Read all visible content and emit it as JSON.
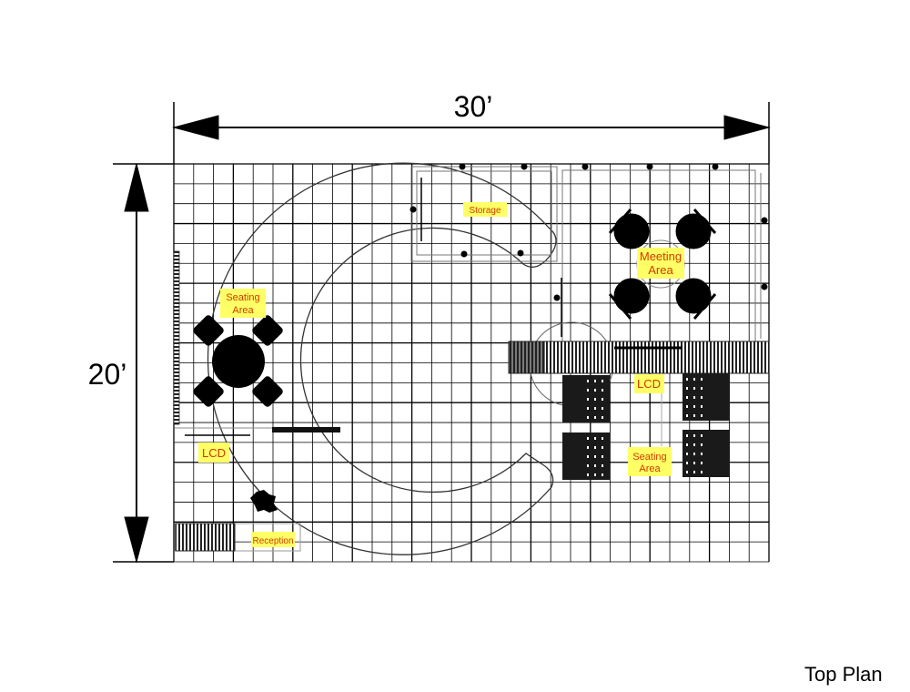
{
  "plan": {
    "width_label": "30’",
    "height_label": "20’",
    "caption": "Top Plan",
    "grid": {
      "columns": 30,
      "rows": 20
    },
    "zones": {
      "storage": "Storage",
      "seating_left_1": "Seating",
      "seating_left_2": "Area",
      "meeting_1": "Meeting",
      "meeting_2": "Area",
      "lcd_right": "LCD",
      "seating_right_1": "Seating",
      "seating_right_2": "Area",
      "lcd_left": "LCD",
      "reception": "Reception"
    },
    "colors": {
      "label_bg": "#ffff66",
      "label_text": "#d03a00",
      "line": "#000000"
    }
  }
}
